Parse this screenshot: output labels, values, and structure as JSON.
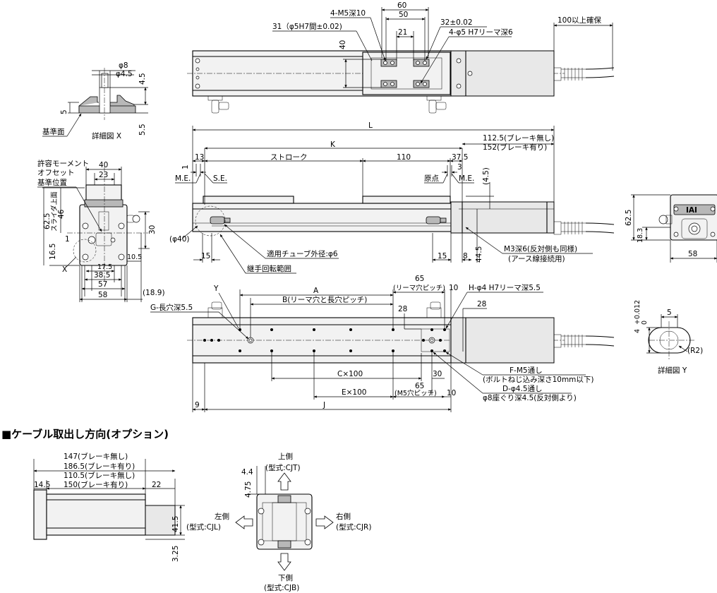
{
  "top_view": {
    "dims": {
      "d60": "60",
      "d50": "50",
      "d21": "21",
      "d40": "40",
      "m5": "4-M5深10",
      "pin_pitch": "31（φ5H7間±0.02)",
      "pitch32": "32±0.02",
      "reamer": "4-φ5 H7リーマ深6",
      "cable_clear": "100以上確保"
    }
  },
  "detail_x": {
    "phi8": "φ8",
    "phi45": "φ4.5",
    "d45": "4.5",
    "d5": "5",
    "d55": "5.5",
    "ref": "基準面",
    "title": "詳細図 X"
  },
  "side_view": {
    "L": "L",
    "K": "K",
    "d13": "13",
    "d1": "1",
    "stroke": "ストローク",
    "d110": "110",
    "d375": "37.5",
    "d3": "3",
    "me": "M.E.",
    "se": "S.E.",
    "origin": "原点",
    "d45p": "(4.5)",
    "brake1": "112.5(ブレーキ無し)",
    "brake2": "152(ブレーキ有り)",
    "phi40": "(φ40)",
    "d15a": "15",
    "d15b": "15",
    "d8": "8",
    "d445": "44.5",
    "tube": "適用チューブ外径:φ6",
    "joint": "継手回転範囲",
    "m3": "M3深6(反対側も同様)",
    "m3b": "(アース線接続用)"
  },
  "end_view": {
    "moment1": "許容モーメント",
    "moment2": "オフセット",
    "moment3": "基準位置",
    "d40": "40",
    "d23": "23",
    "d625": "62.5",
    "slider_top": "スライダ上面",
    "d46": "46",
    "d165": "16.5",
    "d1": "1",
    "d30": "30",
    "d105": "10.5",
    "d175": "17.5",
    "d385": "38.5",
    "d57": "57",
    "d58": "58",
    "d189": "(18.9)",
    "x": "X"
  },
  "right_end": {
    "d625": "62.5",
    "d183": "18.3",
    "d58": "58",
    "logo": "IAI"
  },
  "bottom_view": {
    "A": "A",
    "B": "B(リーマ穴と長穴ピッチ)",
    "d65": "65",
    "reamer_pitch": "(リーマ穴ピッチ)",
    "d10": "10",
    "d28a": "28",
    "d28b": "28",
    "H": "H-φ4 H7リーマ深5.5",
    "G": "G-長穴深5.5",
    "Y": "Y",
    "C": "C×100",
    "E": "E×100",
    "d30": "30",
    "d65b": "65",
    "m5_pitch": "(M5穴ピッチ)",
    "d10b": "10",
    "d9": "9",
    "J": "J",
    "F1": "F-M5通し",
    "F2": "(ボルトねじ込み深さ10mm以下)",
    "D1": "D-φ4.5通し",
    "D2": "φ8座ぐり深4.5(反対側より)"
  },
  "detail_y": {
    "tol_plus": "+0.012",
    "tol_zero": "0",
    "d4": "4",
    "d5": "5",
    "r2": "(R2)",
    "title": "詳細図 Y"
  },
  "cable": {
    "heading": "■ケーブル取出し方向(オプション)",
    "l1": "147(ブレーキ無し)",
    "l2": "186.5(ブレーキ有り)",
    "l3": "110.5(ブレーキ無し)",
    "l4": "150(ブレーキ有り)",
    "d145": "14.5",
    "d22": "22",
    "d415": "41.5",
    "d325": "3.25",
    "d44": "4.4",
    "d475": "4.75",
    "top": "上側",
    "top_type": "(型式:CJT)",
    "left": "左側",
    "left_type": "(型式:CJL)",
    "right": "右側",
    "right_type": "(型式:CJR)",
    "bottom": "下側",
    "bottom_type": "(型式:CJB)"
  }
}
